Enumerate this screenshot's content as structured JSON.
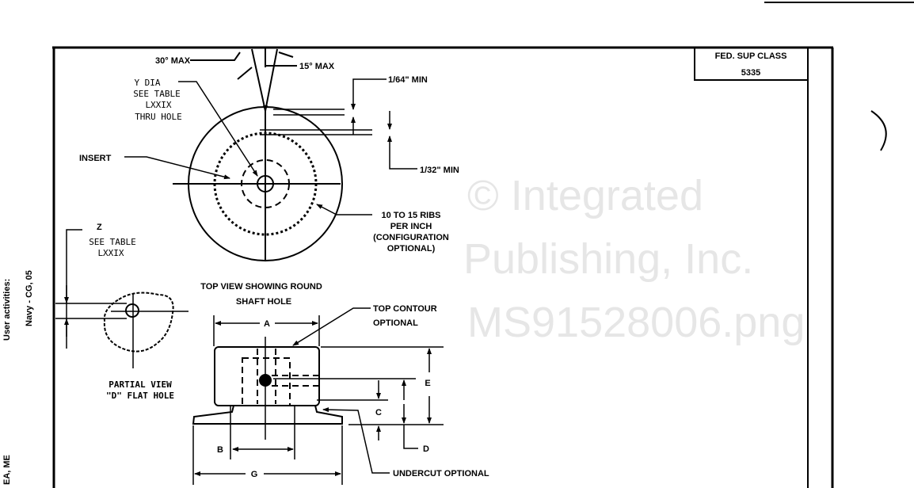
{
  "title_block": {
    "line1": "FED. SUP CLASS",
    "line2": "5335"
  },
  "margin_notes": {
    "line1": "User activities:",
    "line2": "Navy - CG, 05",
    "line3": "EA, ME"
  },
  "watermark": {
    "line1": "© Integrated",
    "line2": "Publishing, Inc.",
    "line3": "MS91528006.png"
  },
  "top_view": {
    "angle_30": "30° MAX",
    "angle_15": "15° MAX",
    "y_dia": [
      "Y   DIA",
      "SEE  TABLE",
      "LXXIX",
      "THRU  HOLE"
    ],
    "insert": "INSERT",
    "min_164": "1/64\" MIN",
    "min_132": "1/32\" MIN",
    "ribs": [
      "10 TO 15 RIBS",
      "PER INCH",
      "(CONFIGURATION",
      "OPTIONAL)"
    ],
    "caption": [
      "TOP VIEW SHOWING ROUND",
      "SHAFT HOLE"
    ]
  },
  "partial_view": {
    "z": "Z",
    "z_note": [
      "SEE  TABLE",
      "LXXIX"
    ],
    "caption": [
      "PARTIAL VIEW",
      "\"D\" FLAT HOLE"
    ]
  },
  "side_view": {
    "a": "A",
    "b": "B",
    "c": "C",
    "d": "D",
    "e": "E",
    "g": "G",
    "top_contour": [
      "TOP CONTOUR",
      "OPTIONAL"
    ],
    "undercut": "UNDERCUT OPTIONAL"
  }
}
